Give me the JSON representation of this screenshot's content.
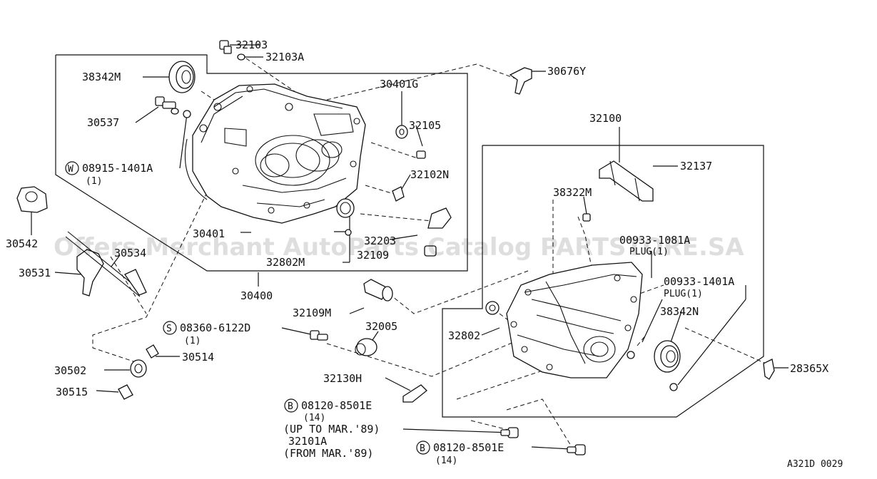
{
  "labels": {
    "p32103": "32103",
    "p32103A": "32103A",
    "p30676Y": "30676Y",
    "p38342M": "38342M",
    "p30401G": "30401G",
    "p30537": "30537",
    "p32105": "32105",
    "p08915": "08915-1401A",
    "p08915_qty": "(1)",
    "p32102N": "32102N",
    "p32100": "32100",
    "p32137": "32137",
    "p38322M": "38322M",
    "p30542": "30542",
    "p30401": "30401",
    "p32203": "32203",
    "p32109": "32109",
    "p32802M": "32802M",
    "p00933_081A": "00933-1081A",
    "p00933_081A_note": "PLUG(1)",
    "p30534": "30534",
    "p30531": "30531",
    "p30400": "30400",
    "p00933_401A": "00933-1401A",
    "p00933_401A_note": "PLUG(1)",
    "p38342N": "38342N",
    "p32109M": "32109M",
    "p08360": "08360-6122D",
    "p08360_qty": "(1)",
    "p32005": "32005",
    "p32802": "32802",
    "p30514": "30514",
    "p30502": "30502",
    "p28365X": "28365X",
    "p32130H": "32130H",
    "p30515": "30515",
    "p08120a": "08120-8501E",
    "p08120a_qty": "(14)",
    "p08120a_note": "(UP TO MAR.'89)",
    "p32101A": "32101A",
    "p32101A_note": "(FROM MAR.'89)",
    "p08120b": "08120-8501E",
    "p08120b_qty": "(14)",
    "diagram_code": "A321D 0029"
  },
  "symbols": {
    "w_washer": "W",
    "s_screw": "S",
    "b_bolt_1": "B",
    "b_bolt_2": "B"
  },
  "watermark": "Offers Merchant AutoParts Catalog PARTSTORE.SA"
}
